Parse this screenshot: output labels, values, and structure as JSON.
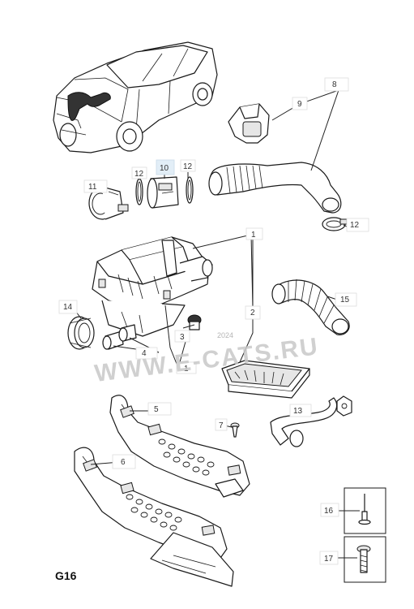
{
  "diagram": {
    "page_code": "G16",
    "watermark": "WWW.E-CATS.RU",
    "stamp": "2024",
    "callouts": {
      "c1a": "1",
      "c1b": "1",
      "c2": "2",
      "c3": "3",
      "c4": "4",
      "c5": "5",
      "c6": "6",
      "c7": "7",
      "c8": "8",
      "c9": "9",
      "c10": "10",
      "c11": "11",
      "c12a": "12",
      "c12b": "12",
      "c12c": "12",
      "c13": "13",
      "c14": "14",
      "c15": "15",
      "c16": "16",
      "c17": "17"
    },
    "colors": {
      "highlight": "#e2eef7",
      "line": "#1a1a1a",
      "watermark": "#c8c8c8"
    }
  }
}
